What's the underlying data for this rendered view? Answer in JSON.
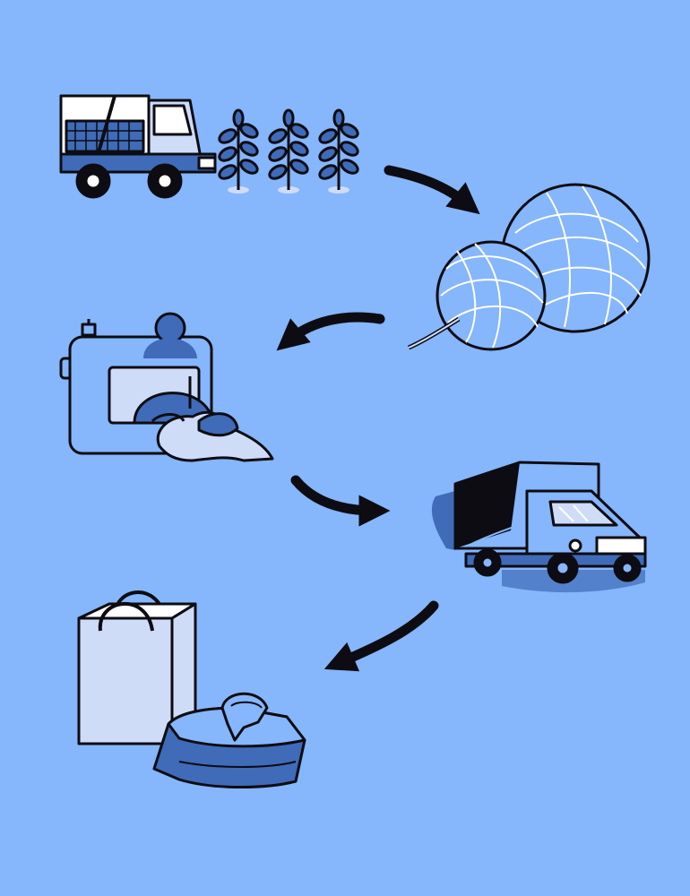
{
  "diagram": {
    "description_free": true,
    "stages": [
      {
        "id": "cotton-farming",
        "icon": "harvester-and-cotton-plants-icon"
      },
      {
        "id": "yarn-spinning",
        "icon": "yarn-balls-icon"
      },
      {
        "id": "garment-sewing",
        "icon": "sewing-machine-icon"
      },
      {
        "id": "shipping",
        "icon": "delivery-truck-icon"
      },
      {
        "id": "retail",
        "icon": "shopping-bag-and-folded-shirt-icon"
      }
    ],
    "arrows": [
      {
        "from": "cotton-farming",
        "to": "yarn-spinning"
      },
      {
        "from": "yarn-spinning",
        "to": "garment-sewing"
      },
      {
        "from": "garment-sewing",
        "to": "shipping"
      },
      {
        "from": "shipping",
        "to": "retail"
      }
    ]
  },
  "colors": {
    "background": "#86b6fb",
    "ink": "#0c0c12",
    "mid_blue": "#3f6bb8",
    "pale_blue": "#cfdcf8",
    "white": "#ffffff"
  }
}
